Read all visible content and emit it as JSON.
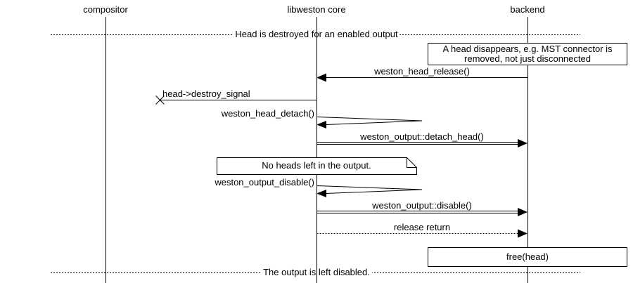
{
  "diagram": {
    "type": "sequence",
    "background": "#ffffff",
    "line_color": "#000000",
    "text_color": "#000000",
    "actors": [
      {
        "label": "compositor"
      },
      {
        "label": "libweston core"
      },
      {
        "label": "backend"
      }
    ],
    "dividers": [
      {
        "label": "Head is destroyed for an enabled output"
      },
      {
        "label": "The output is left disabled."
      }
    ],
    "boxes": [
      {
        "on": "backend",
        "lines": [
          "A head disappears, e.g. MST connector is",
          "removed, not just disconnected"
        ]
      },
      {
        "on": "backend",
        "lines": [
          "free(head)"
        ]
      }
    ],
    "note": {
      "on": "libweston core",
      "label": "No heads left in the output."
    },
    "messages": [
      {
        "label": "weston_head_release()",
        "style": "solid-arrow",
        "from": "backend",
        "to": "libweston core"
      },
      {
        "label": "head->destroy_signal",
        "style": "lost-signal",
        "from": "libweston core",
        "to": "compositor"
      },
      {
        "label": "weston_head_detach()",
        "style": "self-call",
        "from": "libweston core",
        "to": "libweston core"
      },
      {
        "label": "weston_output::detach_head()",
        "style": "double-line-arrow",
        "from": "libweston core",
        "to": "backend"
      },
      {
        "label": "weston_output_disable()",
        "style": "self-call",
        "from": "libweston core",
        "to": "libweston core"
      },
      {
        "label": "weston_output::disable()",
        "style": "double-line-arrow",
        "from": "libweston core",
        "to": "backend"
      },
      {
        "label": "release return",
        "style": "dotted-arrow",
        "from": "libweston core",
        "to": "backend"
      }
    ]
  }
}
